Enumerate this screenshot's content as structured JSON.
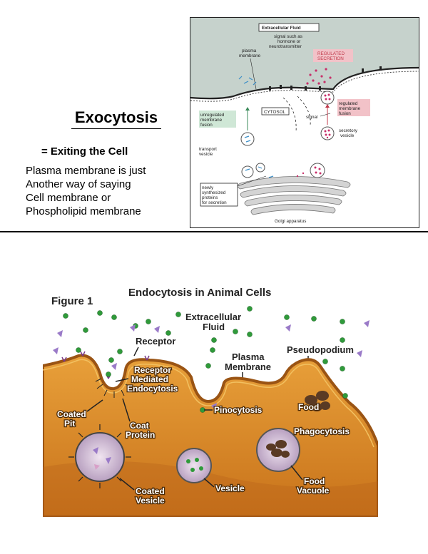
{
  "exocytosis": {
    "title": "Exocytosis",
    "subtitle": "= Exiting the Cell",
    "lines": [
      "Plasma membrane is just",
      "Another way of saying",
      "Cell membrane or",
      "Phospholipid membrane"
    ],
    "figure": {
      "extracellular_fluid": "Extracellular Fluid",
      "signal_lines": [
        "signal such as",
        "hormone or",
        "neurotransmitter"
      ],
      "plasma_membrane": [
        "plasma",
        "membrane"
      ],
      "regulated_secretion": [
        "REGULATED",
        "SECRETION"
      ],
      "cytosol": "CYTOSOL",
      "unregulated_fusion": [
        "unregulated",
        "membrane",
        "fusion"
      ],
      "signal": "signal",
      "regulated_fusion": [
        "regulated",
        "membrane",
        "fusion"
      ],
      "secretory_vesicle": [
        "secretory",
        "vesicle"
      ],
      "transport_vesicle": [
        "transport",
        "vesicle"
      ],
      "newly_synthesized": [
        "newly",
        "synthesized",
        "proteins",
        "for secretion"
      ],
      "golgi": "Golgi apparatus"
    }
  },
  "endocytosis": {
    "figure_label": "Figure 1",
    "title": "Endocytosis in Animal Cells",
    "extracellular_fluid": [
      "Extracellular",
      "Fluid"
    ],
    "receptor": "Receptor",
    "plasma_membrane": [
      "Plasma",
      "Membrane"
    ],
    "pseudopodium": "Pseudopodium",
    "receptor_mediated": [
      "Receptor",
      "Mediated",
      "Endocytosis"
    ],
    "coated_pit": [
      "Coated",
      "Pit"
    ],
    "coat_protein": [
      "Coat",
      "Protein"
    ],
    "pinocytosis": "Pinocytosis",
    "food": "Food",
    "phagocytosis": "Phagocytosis",
    "coated_vesicle": [
      "Coated",
      "Vesicle"
    ],
    "vesicle": "Vesicle",
    "food_vacuole": [
      "Food",
      "Vacuole"
    ]
  },
  "colors": {
    "cytoplasm": "#d98a1a",
    "membrane": "#b8621a",
    "molecule_green": "#2f9a3a",
    "molecule_purple": "#9a7ac8",
    "exo_fluid": "#c6d2cc",
    "regulated_pink": "#f2c2c8",
    "unregulated_green": "#cfe7d6"
  }
}
